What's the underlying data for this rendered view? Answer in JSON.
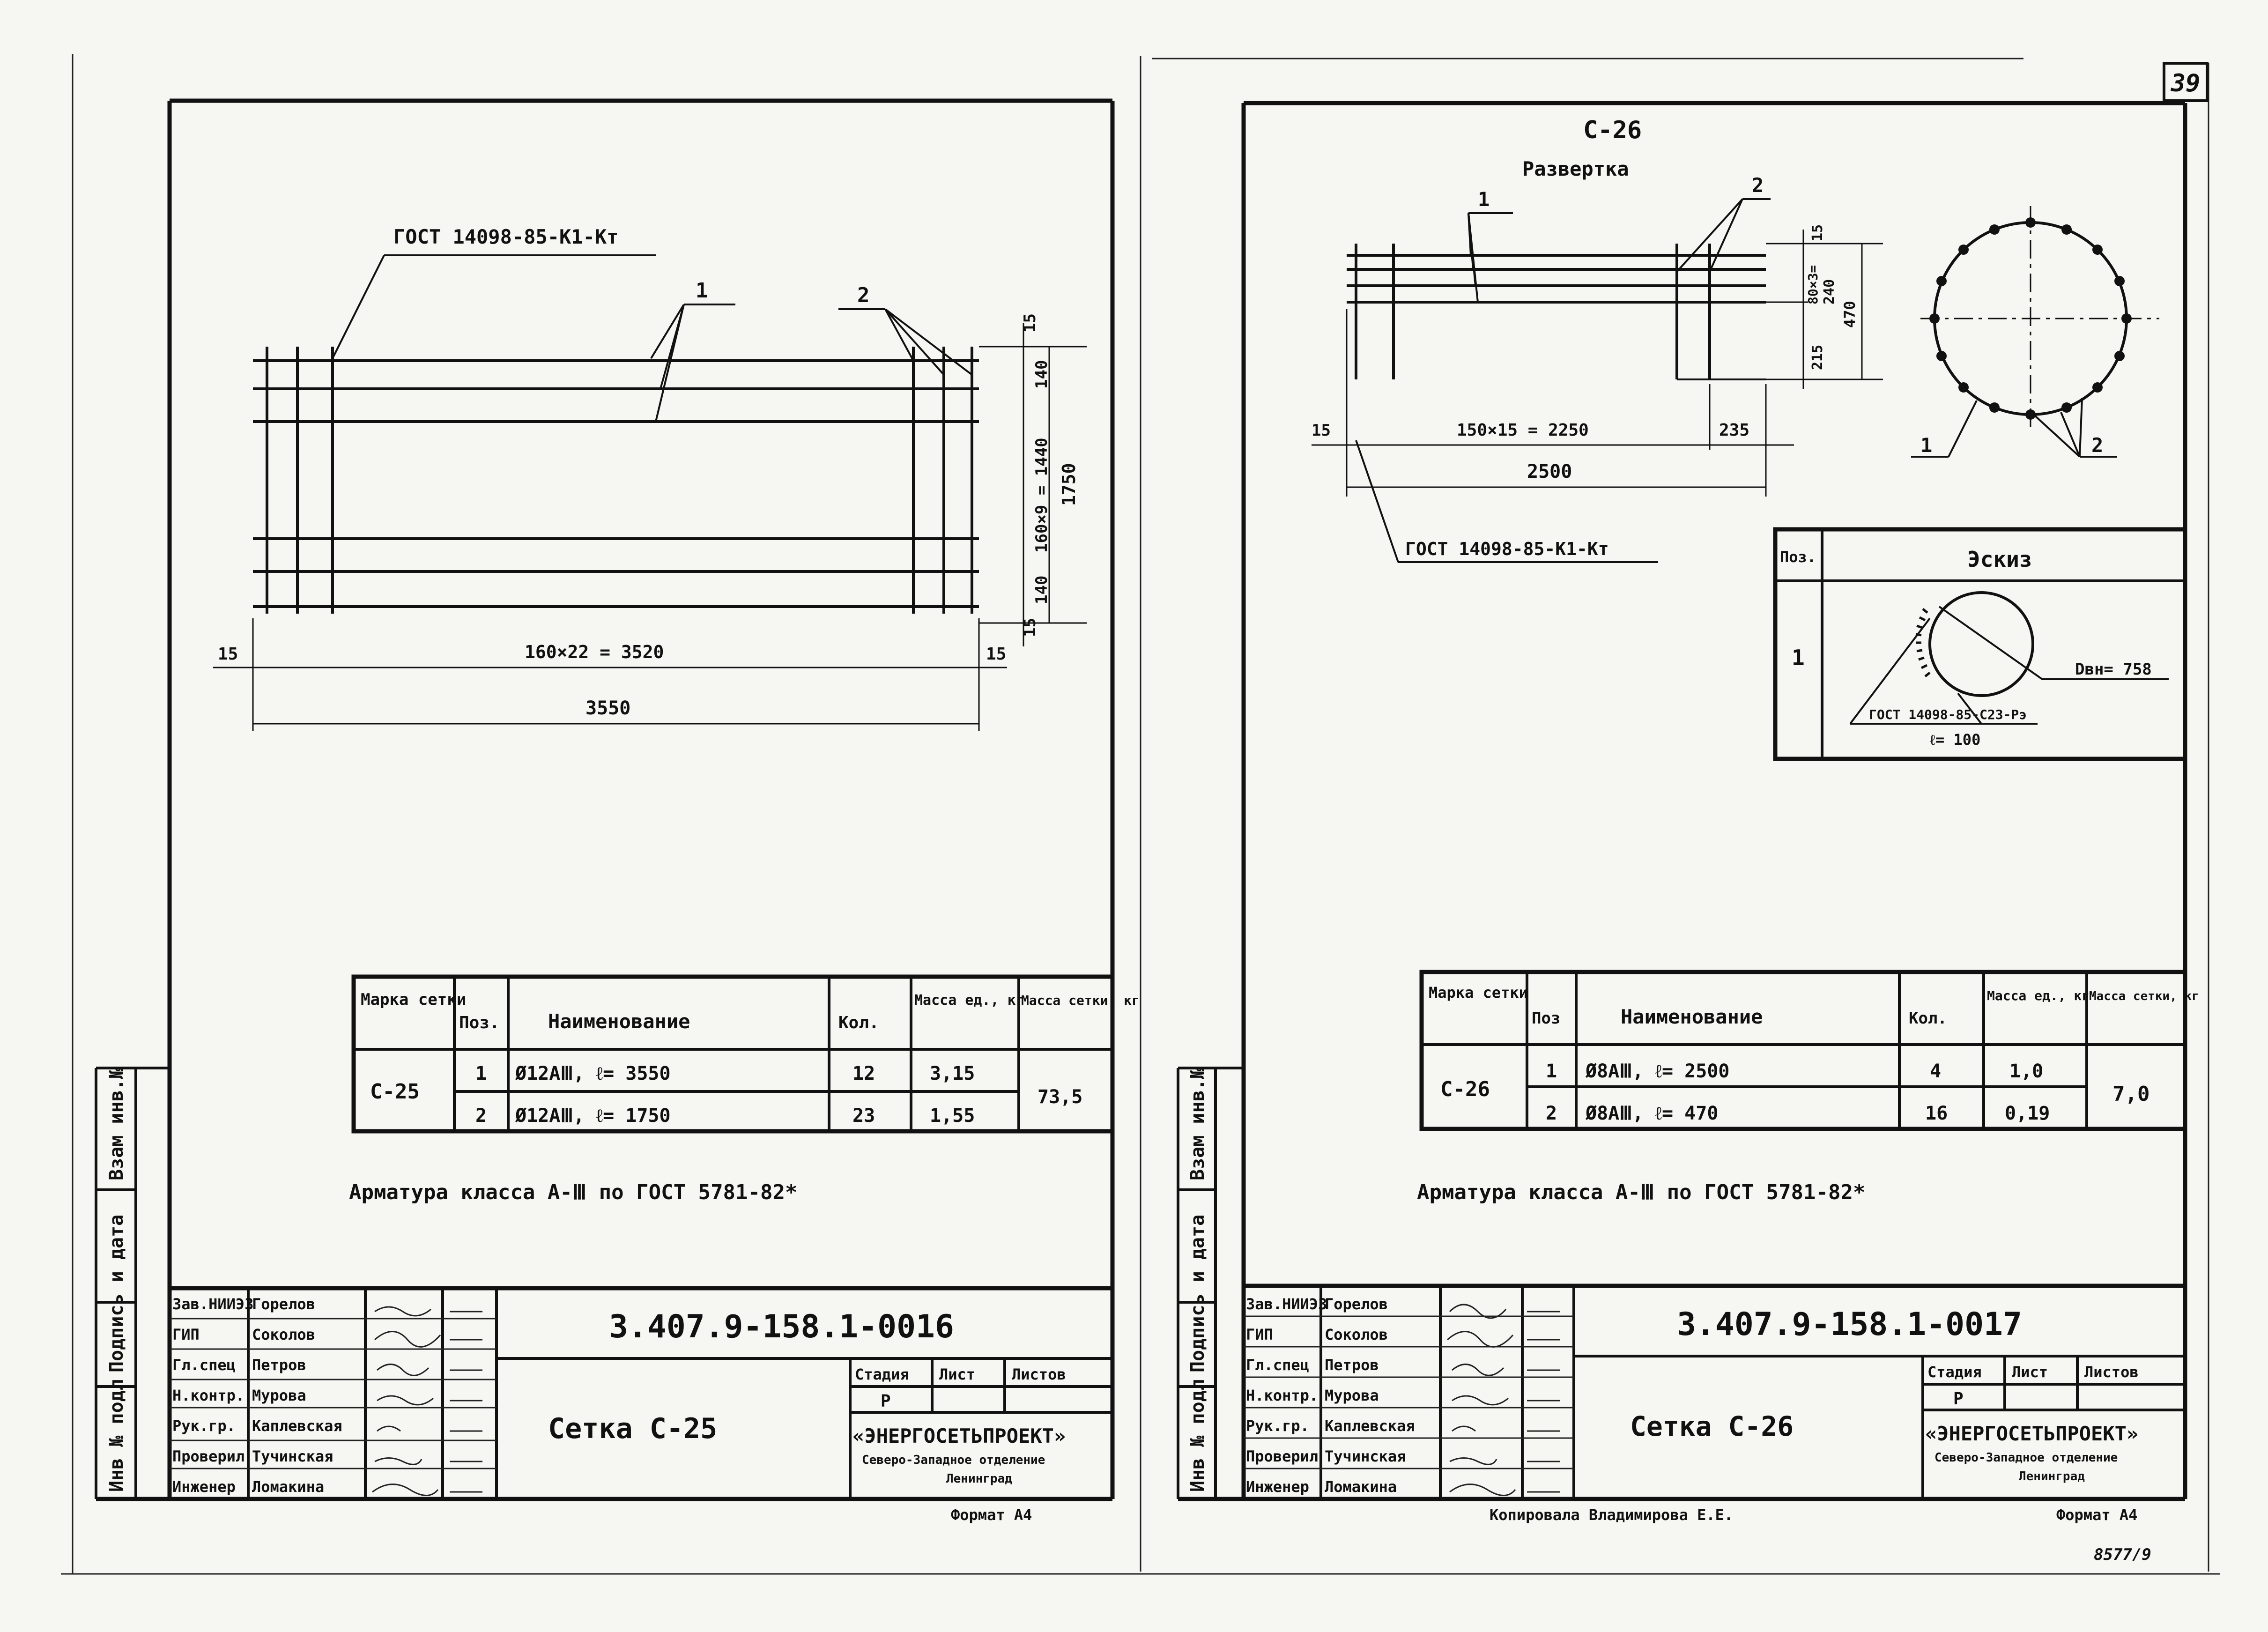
{
  "page_number": "39",
  "copied_by": "Копировала Владимирова Е.Е.",
  "archive_mark": "8577/9",
  "left": {
    "drawing": {
      "callout_standard": "ГОСТ 14098-85-К1-Кт",
      "callout_1": "1",
      "callout_2": "2",
      "dim_15_left": "15",
      "dim_15_right": "15",
      "dim_15_top": "15",
      "dim_15_bottom": "15",
      "dim_140_top": "140",
      "dim_140_bottom": "140",
      "dim_mid": "160×9 = 1440",
      "dim_total_h": "1750",
      "dim_inner_w": "160×22 = 3520",
      "dim_total_w": "3550"
    },
    "spec": {
      "headers": [
        "Марка сетки",
        "Поз.",
        "Наименование",
        "Кол.",
        "Масса ед., кг",
        "Масса сетки, кг"
      ],
      "mark": "С-25",
      "rows": [
        {
          "pos": "1",
          "name": "Ø12АⅢ,   ℓ= 3550",
          "qty": "12",
          "mass": "3,15"
        },
        {
          "pos": "2",
          "name": "Ø12АⅢ,   ℓ= 1750",
          "qty": "23",
          "mass": "1,55"
        }
      ],
      "total_mass": "73,5"
    },
    "note": "Арматура   класса А-Ⅲ  по  ГОСТ 5781-82*",
    "side_labels": [
      "Взам инв.№",
      "Подпись и дата",
      "Инв № подл"
    ],
    "title_block": {
      "code": "3.407.9-158.1-0016",
      "title": "Сетка  С-25",
      "stage_h": "Стадия",
      "sheet_h": "Лист",
      "sheets_h": "Листов",
      "stage": "Р",
      "org": "«ЭНЕРГОСЕТЬПРОЕКТ»",
      "org_sub1": "Северо-Западное отделение",
      "org_sub2": "Ленинград",
      "roles": [
        "Зав.НИИЭЗ",
        "ГИП",
        "Гл.спец",
        "Н.контр.",
        "Рук.гр.",
        "Проверил",
        "Инженер"
      ],
      "names": [
        "Горелов",
        "Соколов",
        "Петров",
        "Мурова",
        "Каплевская",
        "Тучинская",
        "Ломакина"
      ],
      "format": "Формат А4"
    }
  },
  "right": {
    "drawing": {
      "mark": "С-26",
      "subtitle": "Развертка",
      "callout_1": "1",
      "callout_2": "2",
      "dim_15_top": "15",
      "dim_80": "80×3=",
      "dim_240": "240",
      "dim_470": "470",
      "dim_215": "215",
      "dim_15_left": "15",
      "dim_inner": "150×15 = 2250",
      "dim_235": "235",
      "dim_2500": "2500",
      "callout_standard": "ГОСТ 14098-85-К1-Кт",
      "circle_1": "1",
      "circle_2": "2"
    },
    "sketch": {
      "pos_h": "Поз.",
      "sketch_h": "Эскиз",
      "pos": "1",
      "dia": "Dвн= 758",
      "weld": "ГОСТ 14098-85-С23-Рэ",
      "len": "ℓ= 100"
    },
    "spec": {
      "headers": [
        "Марка сетки",
        "Поз",
        "Наименование",
        "Кол.",
        "Масса ед., кг",
        "Масса сетки, кг"
      ],
      "mark": "С-26",
      "rows": [
        {
          "pos": "1",
          "name": "Ø8АⅢ,    ℓ= 2500",
          "qty": "4",
          "mass": "1,0"
        },
        {
          "pos": "2",
          "name": "Ø8АⅢ,    ℓ= 470",
          "qty": "16",
          "mass": "0,19"
        }
      ],
      "total_mass": "7,0"
    },
    "note": "Арматура   класса А-Ⅲ  по  ГОСТ 5781-82*",
    "side_labels": [
      "Взам инв.№",
      "Подпись и дата",
      "Инв № подл"
    ],
    "title_block": {
      "code": "3.407.9-158.1-0017",
      "title": "Сетка  С-26",
      "stage_h": "Стадия",
      "sheet_h": "Лист",
      "sheets_h": "Листов",
      "stage": "Р",
      "org": "«ЭНЕРГОСЕТЬПРОЕКТ»",
      "org_sub1": "Северо-Западное отделение",
      "org_sub2": "Ленинград",
      "roles": [
        "Зав.НИИЭЗ",
        "ГИП",
        "Гл.спец",
        "Н.контр.",
        "Рук.гр.",
        "Проверил",
        "Инженер"
      ],
      "names": [
        "Горелов",
        "Соколов",
        "Петров",
        "Мурова",
        "Каплевская",
        "Тучинская",
        "Ломакина"
      ],
      "format": "Формат А4"
    }
  }
}
